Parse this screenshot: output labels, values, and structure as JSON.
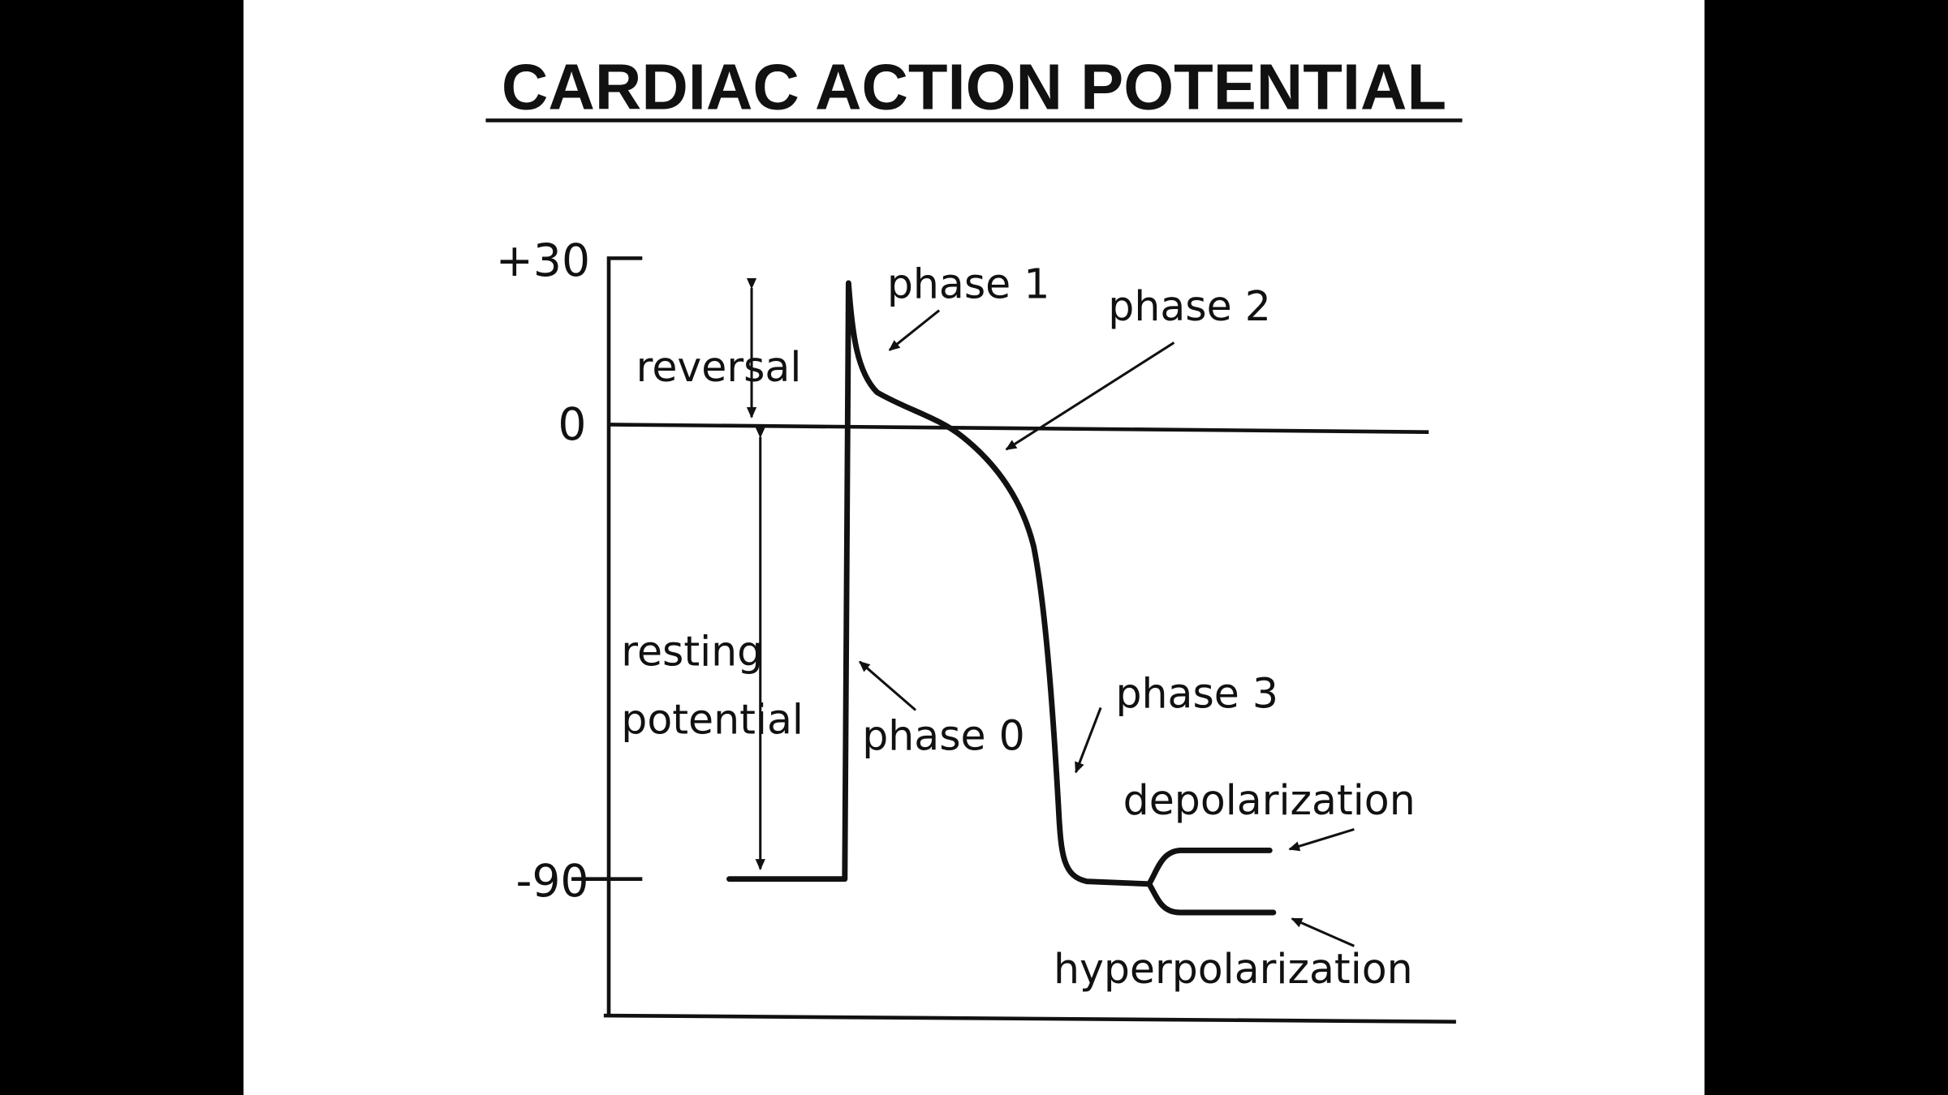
{
  "slide": {
    "title": "CARDIAC ACTION POTENTIAL",
    "colors": {
      "background": "#000000",
      "slide": "#ffffff",
      "ink": "#111111"
    }
  },
  "axis": {
    "ticks": [
      "+30",
      "0",
      "-90"
    ]
  },
  "labels": {
    "phase1": "phase 1",
    "phase2": "phase 2",
    "phase0": "phase 0",
    "phase3": "phase 3",
    "reversal": "reversal",
    "resting_line1": "resting",
    "resting_line2": "potential",
    "depolarization": "depolarization",
    "hyperpolarization": "hyperpolarization"
  }
}
